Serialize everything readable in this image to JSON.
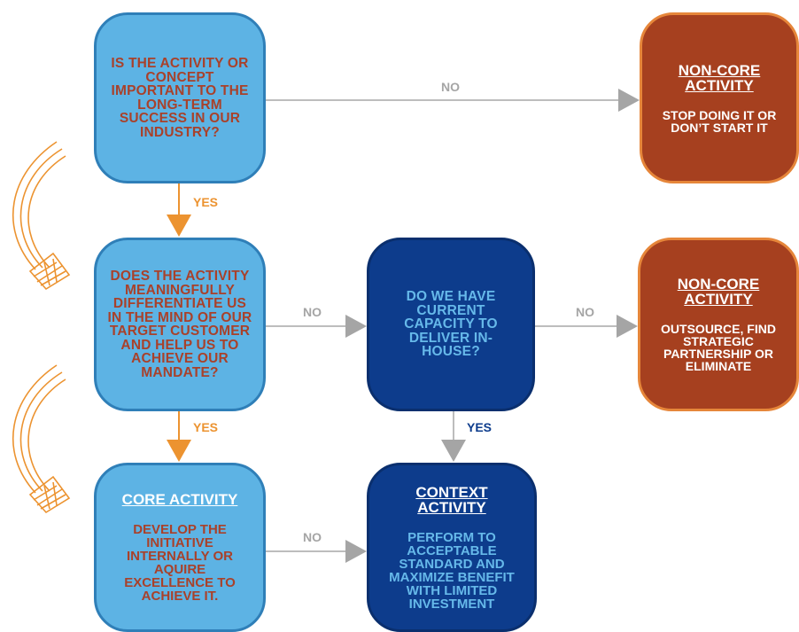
{
  "nodes": {
    "q1": {
      "text": "IS THE ACTIVITY OR CONCEPT IMPORTANT TO THE LONG-TERM SUCCESS IN OUR INDUSTRY?"
    },
    "q2": {
      "text": "DOES THE ACTIVITY MEANINGFULLY DIFFERENTIATE US IN THE MIND OF OUR TARGET CUSTOMER AND HELP US TO ACHIEVE OUR MANDATE?"
    },
    "q3": {
      "text": "DO WE HAVE CURRENT CAPACITY TO DELIVER IN-HOUSE?"
    },
    "noncore1": {
      "title": "NON-CORE ACTIVITY",
      "body": "STOP DOING IT OR DON’T START IT"
    },
    "noncore2": {
      "title": "NON-CORE ACTIVITY",
      "body": "OUTSOURCE, FIND STRATEGIC PARTNERSHIP OR ELIMINATE"
    },
    "core": {
      "title": "CORE ACTIVITY",
      "body": "DEVELOP THE INITIATIVE INTERNALLY OR AQUIRE EXCELLENCE TO ACHIEVE IT."
    },
    "context": {
      "title": "CONTEXT ACTIVITY",
      "body": "PERFORM TO ACCEPTABLE STANDARD AND MAXIMIZE BENEFIT WITH LIMITED INVESTMENT"
    }
  },
  "edges": {
    "q1_no": "NO",
    "q1_yes": "YES",
    "q2_no": "NO",
    "q2_yes": "YES",
    "q3_no": "NO",
    "q3_yes": "YES",
    "core_no": "NO"
  },
  "colors": {
    "light_blue": "#5db3e4",
    "dark_blue": "#0d3c8c",
    "rust": "#a6401f",
    "orange": "#ec9330",
    "grey": "#a5a5a5"
  }
}
